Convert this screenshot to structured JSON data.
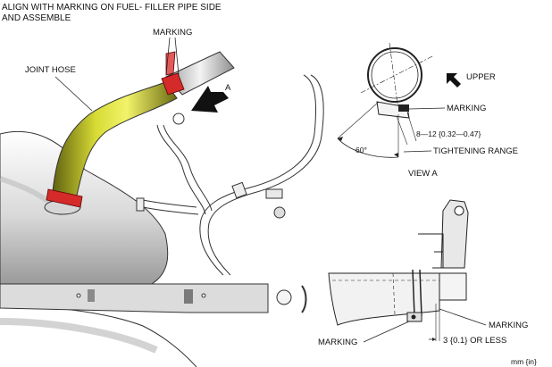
{
  "instruction": {
    "line1": "ALIGN WITH MARKING ON FUEL- FILLER PIPE SIDE",
    "line2": "AND ASSEMBLE"
  },
  "labels": {
    "marking_top": "MARKING",
    "joint_hose": "JOINT HOSE",
    "view_arrow": "A",
    "upper": "UPPER",
    "marking_view": "MARKING",
    "tightening_value": "8—12 {0.32—0.47}",
    "angle": "60°",
    "tightening_range": "TIGHTENING RANGE",
    "view_a": "VIEW A",
    "marking_right": "MARKING",
    "marking_left": "MARKING",
    "tolerance": "3 {0.1} OR LESS",
    "units": "mm {in}"
  },
  "colors": {
    "hose": "#c8cc2a",
    "clamp": "#d42a2a",
    "line": "#222222",
    "pipe_fill": "#e6e6e6"
  }
}
